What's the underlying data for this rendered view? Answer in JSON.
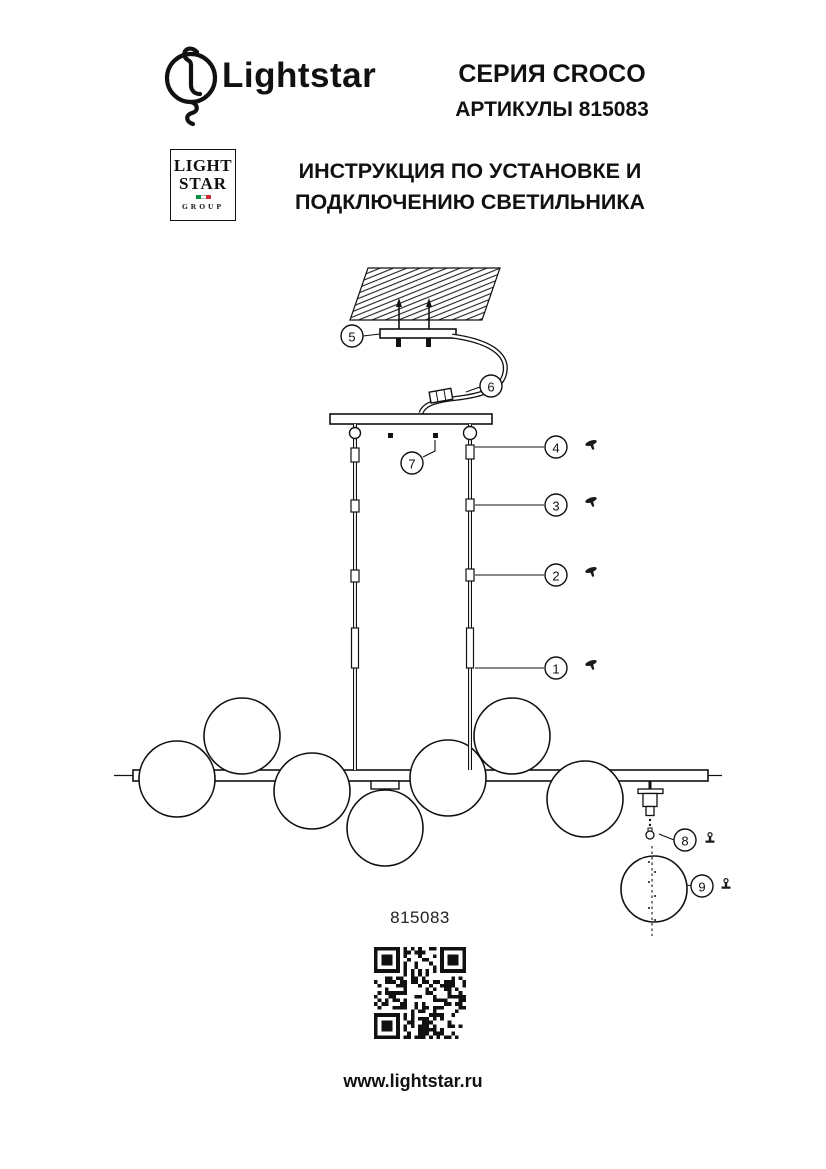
{
  "header": {
    "brand": "Lightstar",
    "series": "СЕРИЯ CROCO",
    "articles": "АРТИКУЛЫ 815083",
    "instruction_line1": "ИНСТРУКЦИЯ ПО УСТАНОВКЕ И",
    "instruction_line2": "ПОДКЛЮЧЕНИЮ СВЕТИЛЬНИКА",
    "group_logo": {
      "line1": "LIGHT",
      "line2": "STAR",
      "line3": "GROUP"
    }
  },
  "diagram": {
    "callouts": [
      {
        "label": "1"
      },
      {
        "label": "2"
      },
      {
        "label": "3"
      },
      {
        "label": "4"
      },
      {
        "label": "5"
      },
      {
        "label": "6"
      },
      {
        "label": "7"
      },
      {
        "label": "8"
      },
      {
        "label": "9"
      }
    ]
  },
  "article_number": "815083",
  "footer": {
    "url": "www.lightstar.ru"
  }
}
